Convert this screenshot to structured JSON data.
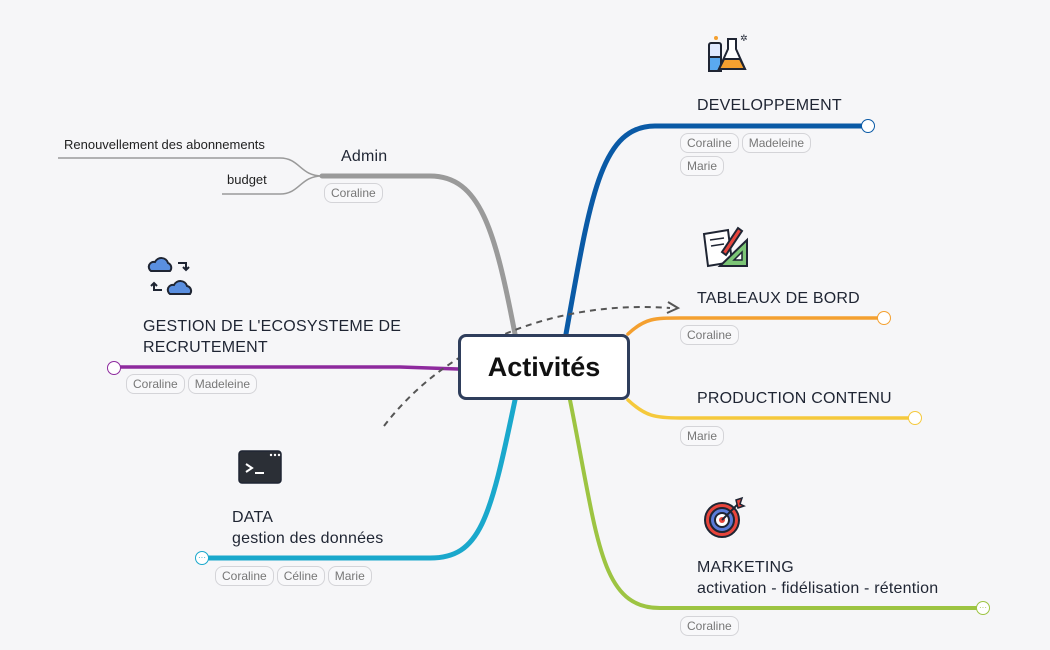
{
  "center": {
    "label": "Activités"
  },
  "branches": [
    {
      "id": "developpement",
      "lines": [
        "DEVELOPPEMENT"
      ],
      "tags": [
        "Coraline",
        "Madeleine",
        "Marie"
      ],
      "color": "#0a5aa6",
      "icon": "flask-icon",
      "collapse": ""
    },
    {
      "id": "tableaux",
      "lines": [
        "TABLEAUX DE BORD"
      ],
      "tags": [
        "Coraline"
      ],
      "color": "#f4a030",
      "icon": "drawing-tools-icon",
      "collapse": ""
    },
    {
      "id": "production",
      "lines": [
        "PRODUCTION CONTENU"
      ],
      "tags": [
        "Marie"
      ],
      "color": "#f5c93c",
      "icon": "",
      "collapse": ""
    },
    {
      "id": "marketing",
      "lines": [
        "MARKETING",
        "activation - fidélisation - rétention"
      ],
      "tags": [
        "Coraline"
      ],
      "color": "#9dc442",
      "icon": "target-icon",
      "collapse": "···"
    },
    {
      "id": "admin",
      "lines": [
        "Admin"
      ],
      "tags": [
        "Coraline"
      ],
      "color": "#9a9a9a",
      "icon": "",
      "collapse": "",
      "children": [
        "Renouvellement des abonnements",
        "budget"
      ]
    },
    {
      "id": "gestion",
      "lines": [
        "GESTION DE L'ECOSYSTEME DE",
        "RECRUTEMENT"
      ],
      "tags": [
        "Coraline",
        "Madeleine"
      ],
      "color": "#8e2a9e",
      "icon": "cloud-sync-icon",
      "collapse": ""
    },
    {
      "id": "data",
      "lines": [
        "DATA",
        "gestion des données"
      ],
      "tags": [
        "Coraline",
        "Céline",
        "Marie"
      ],
      "color": "#1aa8cc",
      "icon": "terminal-icon",
      "collapse": "···"
    }
  ]
}
